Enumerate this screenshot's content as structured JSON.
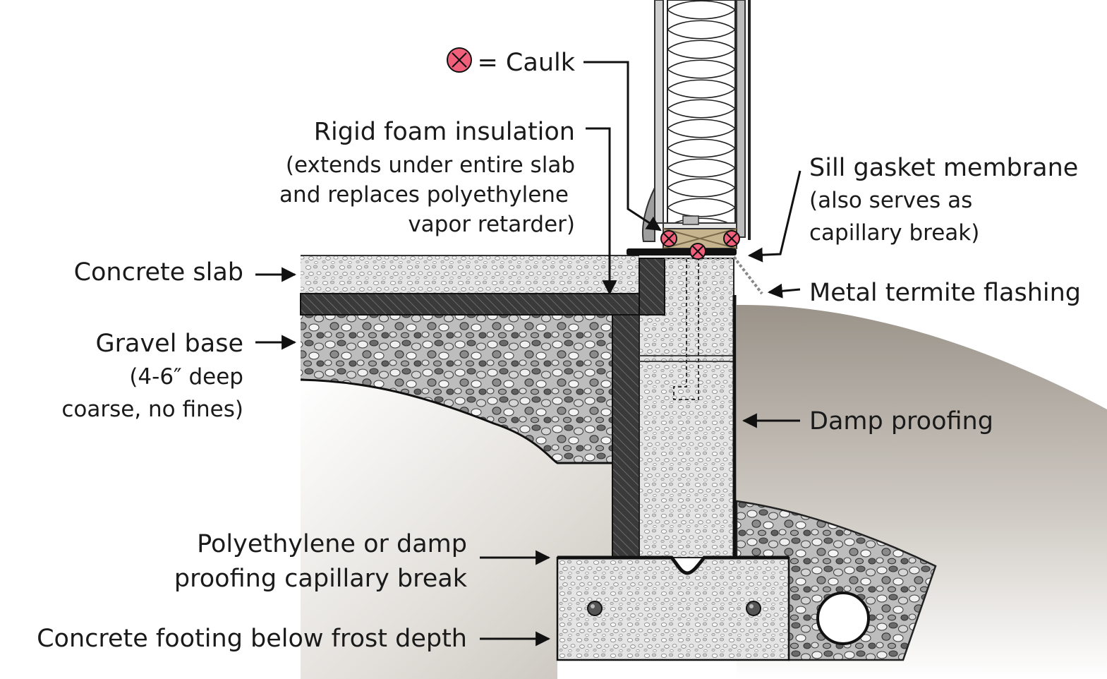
{
  "labels": {
    "caulk_legend": "= Caulk",
    "rigid_foam": {
      "title": "Rigid foam insulation",
      "line1": "(extends under entire slab",
      "line2": "and replaces polyethylene",
      "line3": "vapor retarder)"
    },
    "concrete_slab": "Concrete slab",
    "gravel_base": {
      "title": "Gravel base",
      "line1": "(4-6″ deep",
      "line2": "coarse, no fines)"
    },
    "sill_gasket": {
      "title": "Sill gasket membrane",
      "line1": "(also serves as",
      "line2": "capillary break)"
    },
    "termite_flashing": "Metal termite flashing",
    "damp_proofing": "Damp proofing",
    "capillary_break": {
      "line1": "Polyethylene or damp",
      "line2": "proofing capillary break"
    },
    "footing": "Concrete footing below frost depth"
  },
  "colors": {
    "caulk": "#f0607a",
    "concrete": "#e6e6e6",
    "insulation": "#3c3c3c",
    "soil": "#a8a29a",
    "sill_plate": "#c6b48e"
  }
}
